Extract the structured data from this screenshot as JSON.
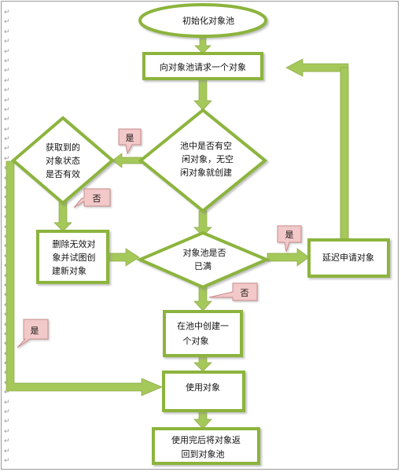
{
  "nodes": {
    "start": "初始化对象池",
    "request": "向对象池请求一个对象",
    "check_free": [
      "池中是否有空",
      "闲对象，无空",
      "闲对象就创建"
    ],
    "check_valid": [
      "获取到的",
      "对象状态",
      "是否有效"
    ],
    "delete_invalid": [
      "删除无效对",
      "象并试图创",
      "建新对象"
    ],
    "check_full": [
      "对象池是否",
      "已满"
    ],
    "delay": "延迟申请对象",
    "create": [
      "在池中创建一",
      "个对象"
    ],
    "use": "使用对象",
    "return": [
      "使用完后将对象返",
      "回到对象池"
    ]
  },
  "tags": {
    "yes_free": "是",
    "no_valid": "否",
    "yes_full": "是",
    "no_full": "否",
    "yes_valid": "是"
  },
  "colors": {
    "border": "#8cb43c",
    "arrow": "#a5c85a",
    "tag_fill": "#f2c8c8",
    "tag_border": "#c88c8c"
  }
}
